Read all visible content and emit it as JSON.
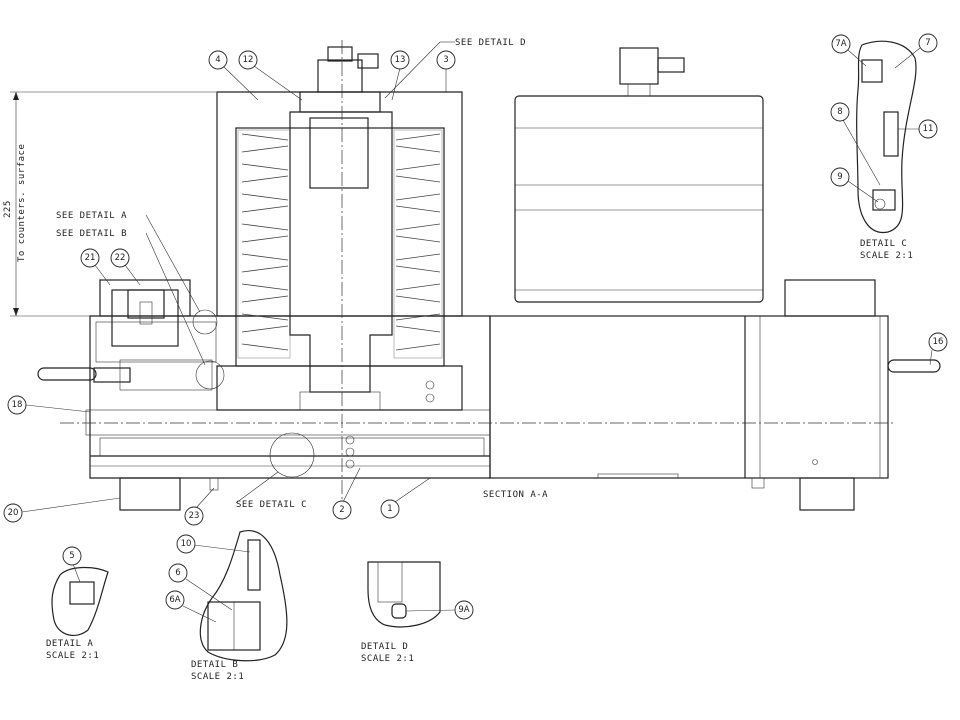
{
  "labels": {
    "see_detail_d": "SEE DETAIL  D",
    "see_detail_a": "SEE DETAIL  A",
    "see_detail_b": "SEE DETAIL  B",
    "see_detail_c": "SEE DETAIL  C",
    "section": "SECTION  A-A",
    "dim_value": "225",
    "dim_text": "To counters. surface"
  },
  "details": {
    "a": {
      "title": "DETAIL  A",
      "scale": "SCALE  2:1"
    },
    "b": {
      "title": "DETAIL  B",
      "scale": "SCALE  2:1"
    },
    "c": {
      "title": "DETAIL  C",
      "scale": "SCALE  2:1"
    },
    "d": {
      "title": "DETAIL  D",
      "scale": "SCALE  2:1"
    }
  },
  "balloons": {
    "b4": "4",
    "b12": "12",
    "b13": "13",
    "b3": "3",
    "b21": "21",
    "b22": "22",
    "b18": "18",
    "b16": "16",
    "b20": "20",
    "b23": "23",
    "b2": "2",
    "b1": "1",
    "b7a": "7A",
    "b7": "7",
    "b8": "8",
    "b11": "11",
    "b9": "9",
    "b5": "5",
    "b10": "10",
    "b6": "6",
    "b6a": "6A",
    "b9a": "9A"
  }
}
